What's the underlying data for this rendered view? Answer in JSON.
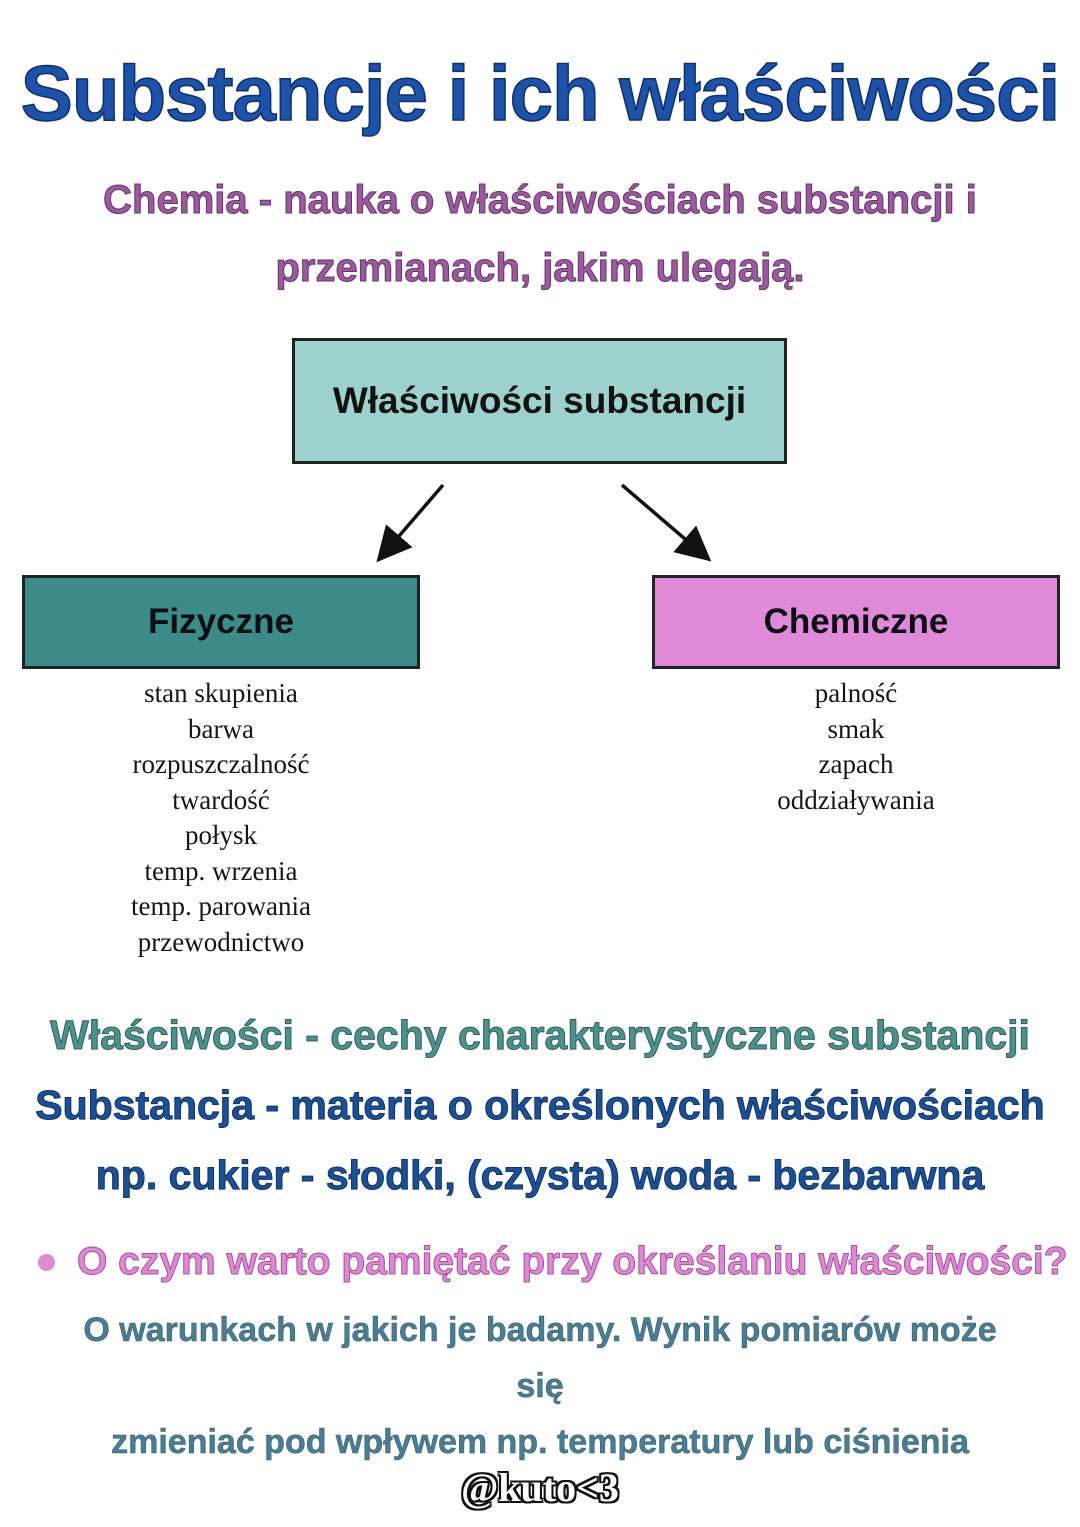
{
  "page": {
    "title": "Substancje i ich właściwości",
    "subtitle_line1": "Chemia - nauka o właściwościach substancji i",
    "subtitle_line2": "przemianach, jakim ulegają."
  },
  "diagram": {
    "root_label": "Właściwości substancji",
    "branches": [
      {
        "label": "Fizyczne",
        "items": [
          "stan skupienia",
          "barwa",
          "rozpuszczalność",
          "twardość",
          "połysk",
          "temp. wrzenia",
          "temp. parowania",
          "przewodnictwo"
        ]
      },
      {
        "label": "Chemiczne",
        "items": [
          "palność",
          "smak",
          "zapach",
          "oddziaływania"
        ]
      }
    ]
  },
  "definitions": {
    "line1": "Właściwości - cechy charakterystyczne substancji",
    "line2": "Substancja - materia o określonych właściwościach",
    "line3": "np.  cukier - słodki, (czysta) woda - bezbarwna"
  },
  "note": {
    "question": "O czym warto pamiętać przy określaniu właściwości?",
    "answer_line1": "O warunkach w jakich je badamy. Wynik pomiarów może się",
    "answer_line2": "zmieniać pod wpływem np. temperatury lub ciśnienia"
  },
  "watermark": "@kuto<3",
  "colors": {
    "title_blue": "#1e51a8",
    "subtitle_purple": "#9a5a9d",
    "root_box_fill": "#9cd1cd",
    "fizyczne_box_fill": "#3d8b88",
    "chemiczne_box_fill": "#df8ad9",
    "definition_teal": "#4e908c",
    "definition_blue": "#1c4f94",
    "question_pink": "#de89d4",
    "answer_slate": "#4a7c92",
    "list_text": "#161616",
    "arrow_black": "#111111"
  }
}
